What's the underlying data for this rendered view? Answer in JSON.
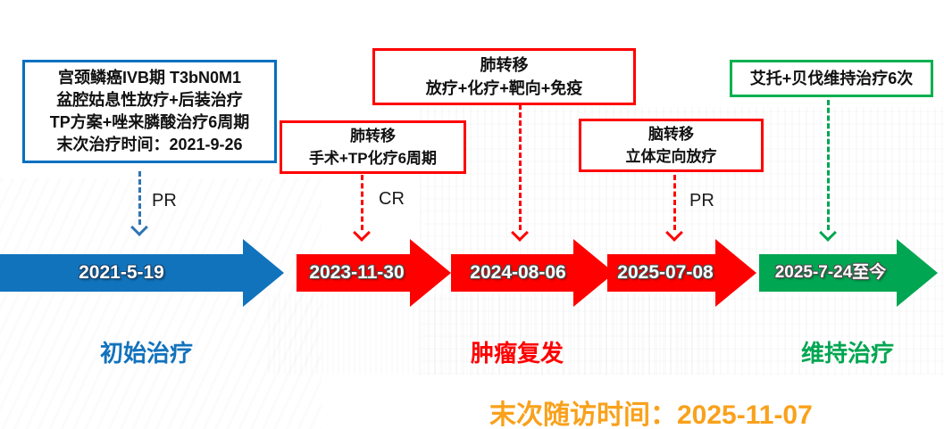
{
  "colors": {
    "blue": "#1173BC",
    "red": "#FF0000",
    "green": "#00A651",
    "orange": "#F9A11B",
    "blue_border": "#0070C0",
    "green_border": "#00B050"
  },
  "boxes": {
    "initial": {
      "lines": [
        "宫颈鳞癌IVB期 T3bN0M1",
        "盆腔姑息性放疗+后装治疗",
        "TP方案+唑来膦酸治疗6周期",
        "末次治疗时间：2021-9-26"
      ]
    },
    "lung_surgery": {
      "lines": [
        "肺转移",
        "手术+TP化疗6周期"
      ]
    },
    "lung_multimodal": {
      "lines": [
        "肺转移",
        "放疗+化疗+靶向+免疫"
      ]
    },
    "brain": {
      "lines": [
        "脑转移",
        "立体定向放疗"
      ]
    },
    "maintenance": {
      "lines": [
        "艾托+贝伐维持治疗6次"
      ]
    }
  },
  "responses": {
    "pr_initial": "PR",
    "cr_lung": "CR",
    "pr_brain": "PR"
  },
  "timeline": {
    "dates": [
      "2021-5-19",
      "2023-11-30",
      "2024-08-06",
      "2025-07-08",
      "2025-7-24至今"
    ]
  },
  "phases": {
    "initial": "初始治疗",
    "recurrence": "肿瘤复发",
    "maintenance": "维持治疗"
  },
  "footer": {
    "last_followup": "末次随访时间：2025-11-07"
  }
}
